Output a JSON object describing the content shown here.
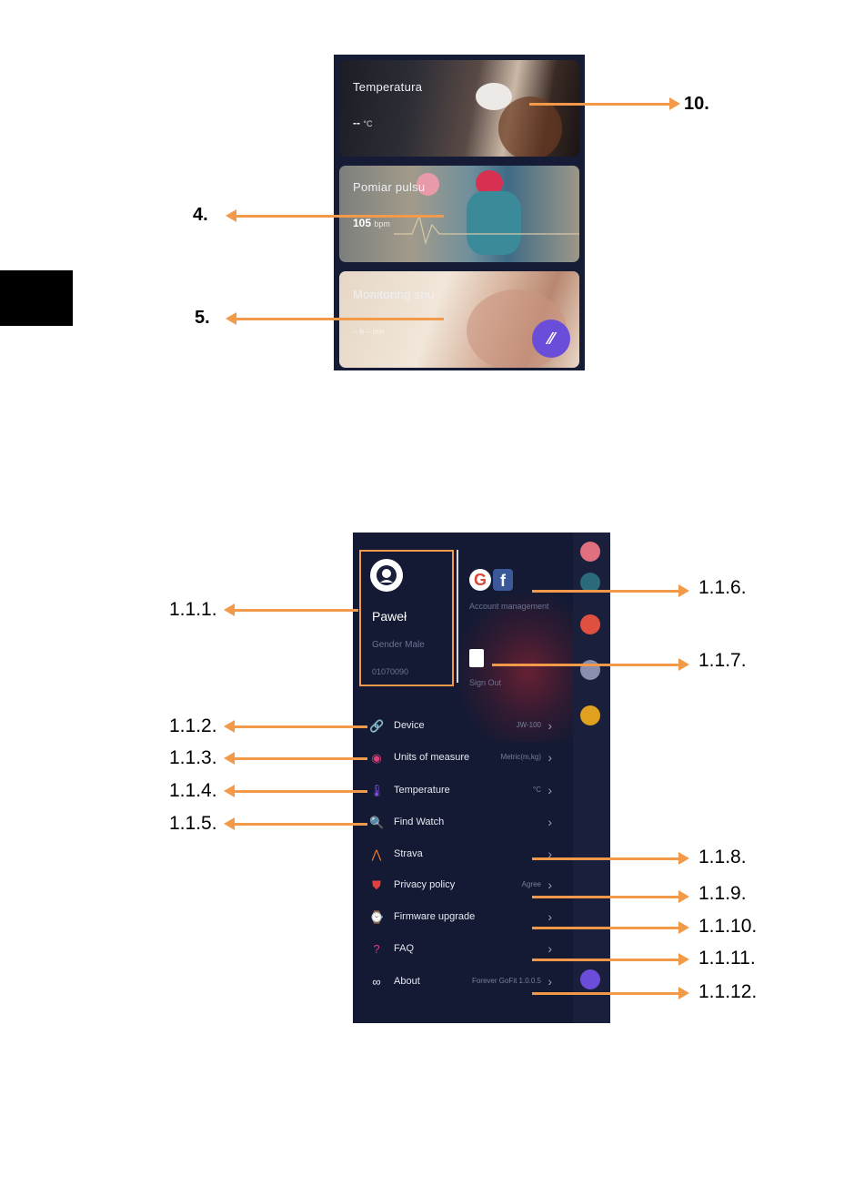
{
  "callouts": {
    "top": [
      "10.",
      "4.",
      "5."
    ],
    "bottom_left": [
      "1.1.1.",
      "1.1.2.",
      "1.1.3.",
      "1.1.4.",
      "1.1.5."
    ],
    "bottom_right": [
      "1.1.6.",
      "1.1.7.",
      "1.1.8.",
      "1.1.9.",
      "1.1.10.",
      "1.1.11.",
      "1.1.12."
    ]
  },
  "cards": [
    {
      "title": "Temperatura",
      "value": "--",
      "unit": "°C"
    },
    {
      "title": "Pomiar pulsu",
      "value": "105",
      "unit": "bpm"
    },
    {
      "title": "Monitoring snu",
      "value": "-- h -- min",
      "unit": ""
    }
  ],
  "profile": {
    "name": "Paweł",
    "gender": "Gender Male",
    "number": "01070090"
  },
  "account": {
    "management_label": "Account management",
    "signout_label": "Sign Out"
  },
  "menu": [
    {
      "label": "Device",
      "value": "JW-100",
      "icon": "link-icon",
      "glyph": "🔗",
      "color": "#e0404f"
    },
    {
      "label": "Units of measure",
      "value": "Metric(m,kg)",
      "icon": "units-icon",
      "glyph": "◉",
      "color": "#e0407a"
    },
    {
      "label": "Temperature",
      "value": "°C",
      "icon": "thermometer-icon",
      "glyph": "🌡",
      "color": "#8a5cf0"
    },
    {
      "label": "Find Watch",
      "value": "",
      "icon": "search-icon",
      "glyph": "🔍",
      "color": "#3aa8e8"
    },
    {
      "label": "Strava",
      "value": "",
      "icon": "strava-icon",
      "glyph": "⋀",
      "color": "#f07a2a"
    },
    {
      "label": "Privacy policy",
      "value": "Agree",
      "icon": "shield-icon",
      "glyph": "⛊",
      "color": "#e04040"
    },
    {
      "label": "Firmware upgrade",
      "value": "",
      "icon": "firmware-icon",
      "glyph": "⌚",
      "color": "#e0a020"
    },
    {
      "label": "FAQ",
      "value": "",
      "icon": "question-icon",
      "glyph": "?",
      "color": "#e03a8a"
    },
    {
      "label": "About",
      "value": "Forever GoFit 1.0.0.5",
      "icon": "about-icon",
      "glyph": "∞",
      "color": "#e6e8f0"
    }
  ],
  "colors": {
    "arrow": "#f29a4a",
    "screen_bg": "#141a34",
    "fab": "#6a4dd8"
  }
}
